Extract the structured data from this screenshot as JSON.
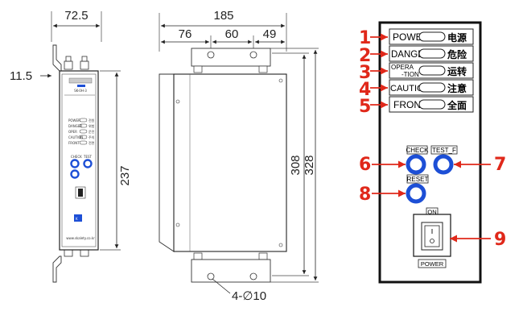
{
  "dimensions": {
    "front_width": "72.5",
    "front_offset": "11.5",
    "front_height": "237",
    "side_width": "185",
    "side_seg1": "76",
    "side_seg2": "60",
    "side_seg3": "49",
    "side_height_inner": "308",
    "side_height_outer": "328",
    "holes": "4-∅10"
  },
  "device": {
    "model": "SK-0H-3",
    "website": "www.skalety.co.kr",
    "small_labels": [
      "POWER",
      "DANGER",
      "OPER",
      "CAUTION",
      "FRONT"
    ],
    "small_korean": [
      "전원",
      "위험",
      "운전",
      "주의",
      "전면"
    ],
    "small_check": "CHECK",
    "small_test": "TEST"
  },
  "panel": {
    "indicators": [
      {
        "number": "1",
        "label": "POWER",
        "cn": "电源"
      },
      {
        "number": "2",
        "label": "DANGER",
        "cn": "危险"
      },
      {
        "number": "3",
        "label_top": "OPERA",
        "label_bottom": "-TION",
        "cn": "运转"
      },
      {
        "number": "4",
        "label": "CAUTION",
        "cn": "注意"
      },
      {
        "number": "5",
        "label": "FRONT",
        "cn": "全面"
      }
    ],
    "buttons": [
      {
        "number": "6",
        "label": "CHECK"
      },
      {
        "number": "7",
        "label": "TEST_F"
      },
      {
        "number": "8",
        "label": "RESET"
      }
    ],
    "switch": {
      "number": "9",
      "on_label": "ON",
      "power_label": "POWER"
    }
  },
  "colors": {
    "callout_red": "#e0281a",
    "button_blue": "#1d4fd6"
  }
}
